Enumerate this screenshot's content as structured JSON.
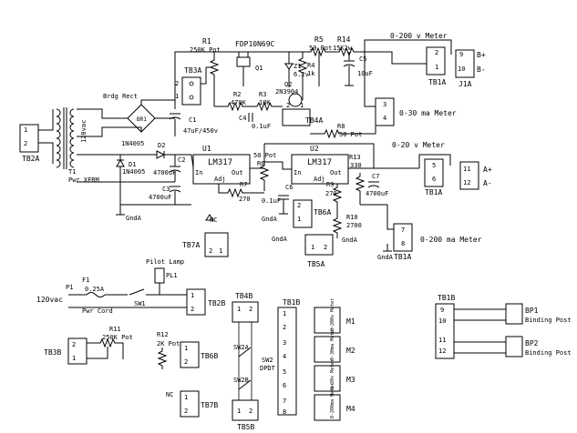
{
  "labels": {
    "r1": "R1",
    "r1_val": "250K Pot",
    "tb3a": "TB3A",
    "q1_part": "FDP10N69C",
    "q1": "Q1",
    "z1": "Z1",
    "z1_val": "6.2v",
    "q2": "Q2",
    "q2_part": "2N3904",
    "r4": "R4",
    "r4_val": "1k",
    "r5": "R5",
    "r5_val": "50 Pot",
    "r14": "R14",
    "r14_val": "15K2w",
    "c5": "C5",
    "c5_val": "10uF",
    "meter1": "0-200 v Meter",
    "j1a": "J1A",
    "b_plus": "B+",
    "b_minus": "B-",
    "tb1a": "TB1A",
    "brdg": "Brdg Rect",
    "br1": "BR1",
    "c1": "C1",
    "c1_val": "47uF/450v",
    "r2": "R2",
    "r2_val": "470K",
    "r3": "R3",
    "r3_val": "10K",
    "c4": "C4",
    "c4_val": "0.1uF",
    "tb4a": "TB4A",
    "meter2": "0-30 ma Meter",
    "r8": "R8",
    "r8_val": "50 Pot",
    "tb2a": "TB2A",
    "t1_sec": "120vac",
    "t1": "T1",
    "t1_val": "Pwr XFRM",
    "d2_part": "1N4005",
    "d2": "D2",
    "d1": "D1",
    "d1_part": "1N4005",
    "c2": "C2",
    "c2_val": "4700uF",
    "c3": "C3",
    "c3_val": "4700uF",
    "u1": "U1",
    "u1_part": "LM317",
    "u2": "U2",
    "u2_part": "LM317",
    "pin_in": "In",
    "pin_out": "Out",
    "pin_adj": "Adj",
    "r6": "R6",
    "r6_val": "50 Pot",
    "r7": "R7",
    "r7_val": "270",
    "c6": "C6",
    "c6_val": "0.1uF",
    "r9": "R9",
    "r9_val": "270",
    "r13": "R13",
    "r13_val": "330",
    "c7": "C7",
    "c7_val": "4700uF",
    "meter3": "0-20 v Meter",
    "a_plus": "A+",
    "a_minus": "A-",
    "r10": "R10",
    "r10_val": "2700",
    "tb6a": "TB6A",
    "tb5a": "TB5A",
    "meter4": "0-200 ma Meter",
    "gnd": "GndA",
    "nc": "NC",
    "tb7a": "TB7A",
    "pilot": "Pilot Lamp",
    "pl1": "PL1",
    "f1": "F1",
    "f1_val": "0.25A",
    "p1": "P1",
    "mains": "120vac",
    "pwr_cord": "Pwr Cord",
    "sw1": "SW1",
    "tb2b": "TB2B",
    "r11": "R11",
    "r11_val": "250K Pot",
    "tb3b": "TB3B",
    "r12": "R12",
    "r12_val": "2K Pot",
    "tb6b": "TB6B",
    "tb7b": "TB7B",
    "tb4b": "TB4B",
    "sw2a": "SW2A",
    "sw2b": "SW2B",
    "sw2": "SW2",
    "sw2_val": "DPDT",
    "tb5b": "TB5B",
    "tb1b": "TB1B",
    "m1": "M1",
    "m2": "M2",
    "m3": "M3",
    "m4": "M4",
    "m1_txt": "0-200v Meter",
    "m2_txt": "0-30ma Meter",
    "m3_txt": "0-20v Meter",
    "m4_txt": "0-200ma Meter",
    "bp1": "BP1",
    "bp2": "BP2",
    "binding_post": "Binding Post",
    "n1": "1",
    "n2": "2",
    "n3": "3",
    "n4": "4",
    "n5": "5",
    "n6": "6",
    "n7": "7",
    "n8": "8",
    "n9": "9",
    "n10": "10",
    "n11": "11",
    "n12": "12"
  }
}
